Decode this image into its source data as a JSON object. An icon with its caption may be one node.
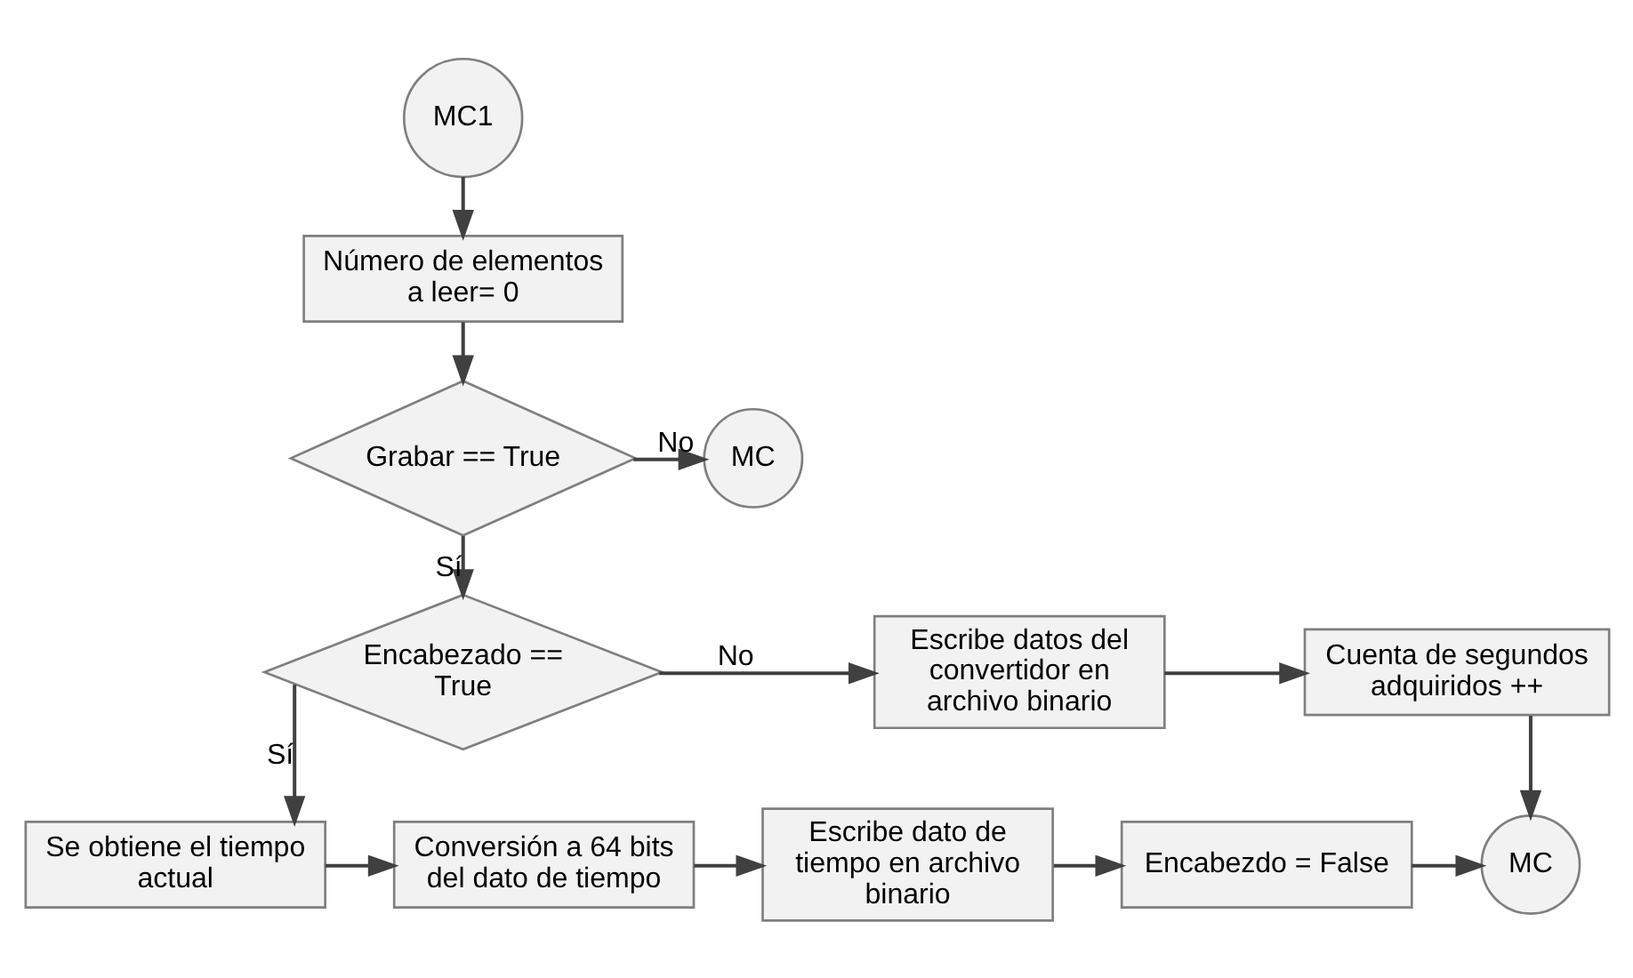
{
  "diagram": {
    "nodes": [
      {
        "text": [
          "MC1"
        ]
      },
      {
        "text": [
          "Número de elementos a leer= 0"
        ]
      },
      {
        "text": [
          "Grabar == True"
        ]
      },
      {
        "text": [
          "MC"
        ]
      },
      {
        "text": [
          "Encabezado == True"
        ]
      },
      {
        "text": [
          "Escribe datos del convertidor en archivo binario"
        ]
      },
      {
        "text": [
          "Cuenta de segundos adquiridos ++"
        ]
      },
      {
        "text": [
          "MC"
        ]
      },
      {
        "text": [
          "Se obtiene el tiempo actual"
        ]
      },
      {
        "text": [
          "Conversión a 64 bits del dato de tiempo"
        ]
      },
      {
        "text": [
          "Escribe dato de tiempo en archivo binario"
        ]
      },
      {
        "text": [
          "Encabezdo = False"
        ]
      }
    ],
    "edges": [
      {
        "from": 0,
        "to": 1,
        "arrow": "to"
      },
      {
        "from": 1,
        "to": 2,
        "arrow": "to"
      },
      {
        "from": 2,
        "to": 3,
        "arrow": "to",
        "label": "No"
      },
      {
        "from": 2,
        "to": 4,
        "arrow": "to",
        "label": "Sí"
      },
      {
        "from": 4,
        "to": 5,
        "arrow": "to",
        "label": "No"
      },
      {
        "from": 5,
        "to": 6,
        "arrow": "to"
      },
      {
        "from": 6,
        "to": 7,
        "arrow": "to"
      },
      {
        "from": 4,
        "to": 8,
        "arrow": "to",
        "label": "Sí"
      },
      {
        "from": 8,
        "to": 9,
        "arrow": "to"
      },
      {
        "from": 9,
        "to": 10,
        "arrow": "to"
      },
      {
        "from": 10,
        "to": 11,
        "arrow": "to"
      },
      {
        "from": 11,
        "to": 7,
        "arrow": "to"
      }
    ]
  }
}
